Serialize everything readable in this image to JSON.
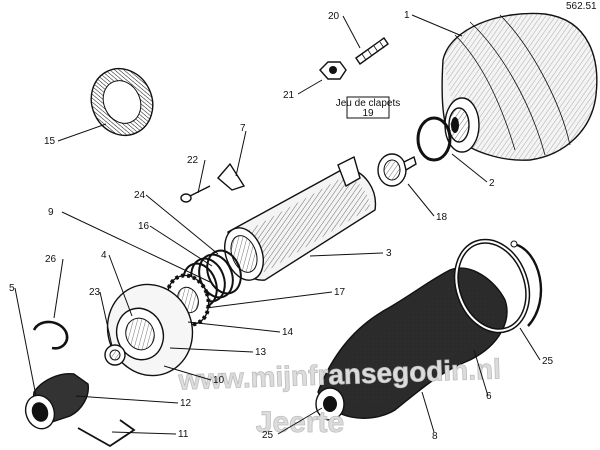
{
  "doc_ref": "562.51",
  "callout": {
    "line1": "Jeu de clapets",
    "line2": "19"
  },
  "labels": [
    "1",
    "2",
    "3",
    "4",
    "5",
    "6",
    "7",
    "8",
    "9",
    "10",
    "11",
    "12",
    "13",
    "14",
    "15",
    "16",
    "17",
    "18",
    "20",
    "21",
    "22",
    "23",
    "24",
    "25",
    "25",
    "26"
  ],
  "watermark": {
    "line1": "www.mijnfransegodin.nl",
    "line2": "Jeerte"
  }
}
